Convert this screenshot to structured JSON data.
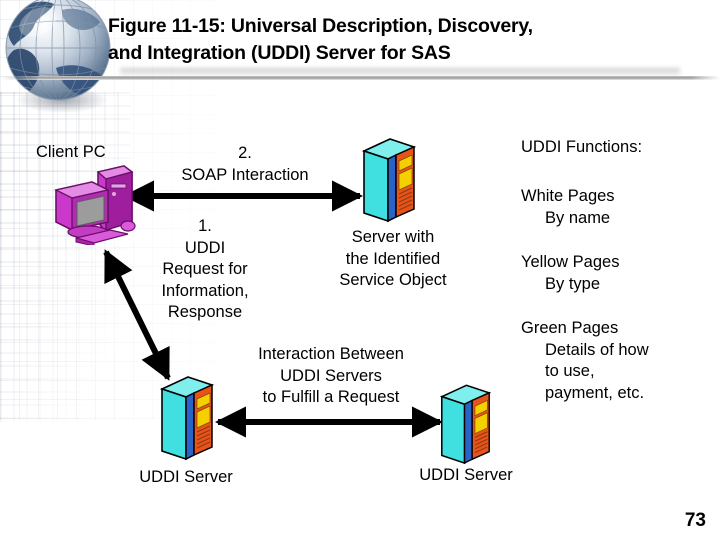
{
  "slide": {
    "title_line1": "Figure 11-15: Universal Description, Discovery,",
    "title_line2": "and Integration (UDDI) Server for SAS",
    "page_number": "73",
    "background_color": "#ffffff",
    "text_color": "#000000"
  },
  "diagram": {
    "client_label": "Client PC",
    "soap_label": "2.\nSOAP Interaction",
    "uddi_request_label": "1.\nUDDI\nRequest for\nInformation,\nResponse",
    "identified_server_label": "Server with\nthe Identified\nService Object",
    "interaction_label": "Interaction Between\nUDDI Servers\nto Fulfill a Request",
    "uddi_server_left_label": "UDDI Server",
    "uddi_server_right_label": "UDDI Server"
  },
  "functions_panel": {
    "heading": "UDDI Functions:",
    "entries": [
      {
        "name": "White Pages",
        "detail": "By name"
      },
      {
        "name": "Yellow Pages",
        "detail": "By type"
      },
      {
        "name": "Green Pages",
        "detail": "Details of how\nto use,\npayment, etc."
      }
    ]
  },
  "colors": {
    "server_body": "#3FE0DF",
    "server_body_top": "#7FEFEE",
    "server_side": "#2A63C8",
    "server_front": "#E8531A",
    "server_module": "#F5D000",
    "client_pc": "#CB39CB",
    "client_pc_dark": "#9E1E9E",
    "client_screen": "#9F9F9F",
    "arrow": "#000000",
    "globe_blue": "#2C4A73",
    "globe_silver": "#C8D2DC"
  },
  "icons": {
    "globe": "globe-icon",
    "client_pc": "desktop-computer-icon",
    "server": "server-rack-icon",
    "arrow_horizontal": "double-arrow-horizontal-icon",
    "arrow_diagonal": "double-arrow-diagonal-icon"
  }
}
